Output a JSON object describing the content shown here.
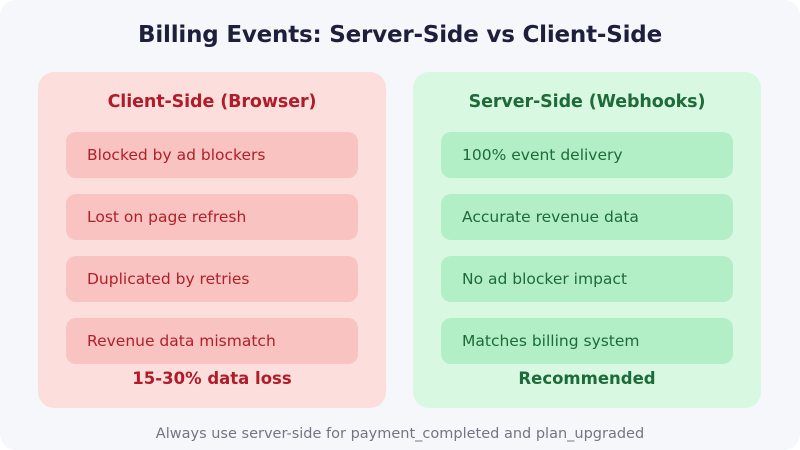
{
  "page": {
    "title": "Billing Events: Server-Side vs Client-Side",
    "background_color": "#f6f7fb",
    "title_color": "#1e1f3c"
  },
  "panels": [
    {
      "id": "client-side",
      "header": "Client-Side (Browser)",
      "header_color": "#b01c28",
      "panel_color": "#fcdedd",
      "pill_color": "#f9c3c1",
      "items": [
        "Blocked by ad blockers",
        "Lost on page refresh",
        "Duplicated by retries",
        "Revenue data mismatch"
      ],
      "verdict": "15-30% data loss"
    },
    {
      "id": "server-side",
      "header": "Server-Side (Webhooks)",
      "header_color": "#1d6b38",
      "panel_color": "#d8f8e1",
      "pill_color": "#b3efc6",
      "items": [
        "100% event delivery",
        "Accurate revenue data",
        "No ad blocker impact",
        "Matches billing system"
      ],
      "verdict": "Recommended"
    }
  ],
  "footnote": "Always use server-side for payment_completed and plan_upgraded"
}
